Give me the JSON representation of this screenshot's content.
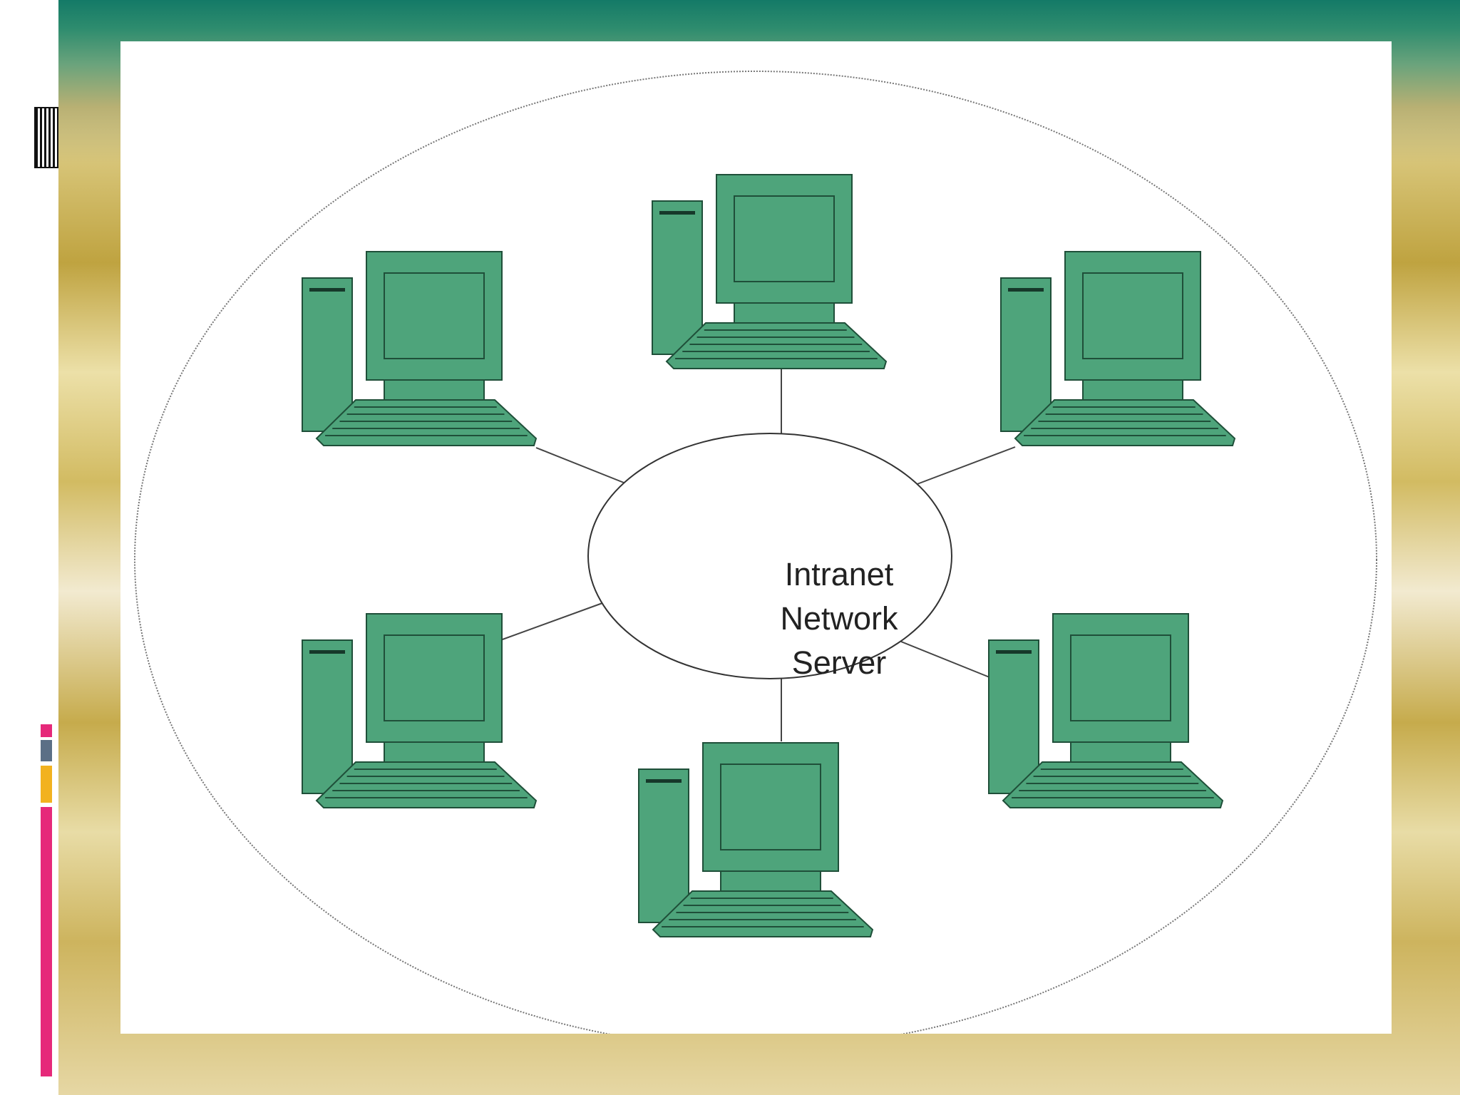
{
  "server": {
    "label_line1": "Intranet",
    "label_line2": "Network Server"
  },
  "computers": [
    {
      "name": "workstation-top"
    },
    {
      "name": "workstation-upper-left"
    },
    {
      "name": "workstation-upper-right"
    },
    {
      "name": "workstation-lower-left"
    },
    {
      "name": "workstation-lower-right"
    },
    {
      "name": "workstation-bottom"
    }
  ],
  "colors": {
    "computer_fill": "#4ea47b",
    "computer_stroke": "#1f4f39",
    "band_top": "#147a67",
    "gold_background": "#c9ac4b",
    "accent_pink": "#e6297a",
    "accent_amber": "#f2b21f",
    "accent_gray": "#5b6f86"
  }
}
